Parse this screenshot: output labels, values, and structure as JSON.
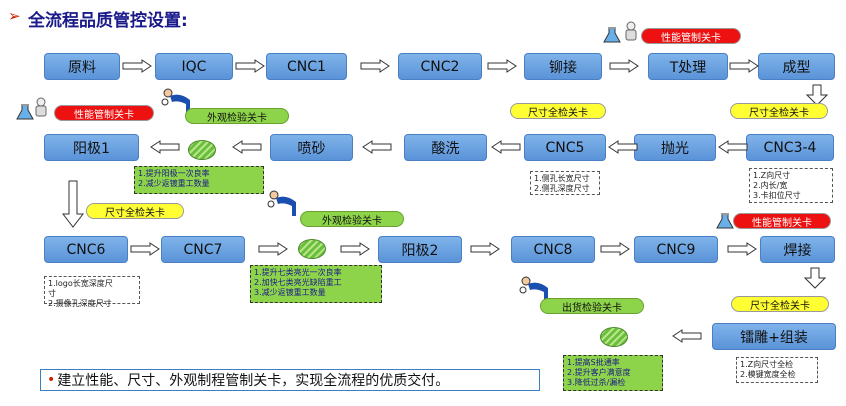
{
  "title": "全流程品质管控设置:",
  "row1": [
    "原料",
    "IQC",
    "CNC1",
    "CNC2",
    "铆接",
    "T处理",
    "成型"
  ],
  "row2": [
    "阳极1",
    "喷砂",
    "酸洗",
    "CNC5",
    "抛光",
    "CNC3-4"
  ],
  "row3": [
    "CNC6",
    "CNC7",
    "阳极2",
    "CNC8",
    "CNC9",
    "焊接"
  ],
  "row4": [
    "镭雕+组装"
  ],
  "tags": {
    "perf1": "性能管制关卡",
    "perf2": "性能管制关卡",
    "perf3": "性能管制关卡",
    "size1": "尺寸全检关卡",
    "size2": "尺寸全检关卡",
    "size3": "尺寸全检关卡",
    "size4": "尺寸全检关卡",
    "vis1": "外观检验关卡",
    "vis2": "外观检验关卡",
    "ship": "出货检验关卡"
  },
  "notes": {
    "cnc34": [
      "1.Z向尺寸",
      "2.内长/宽",
      "3.卡扣位尺寸"
    ],
    "cnc5": [
      "1.侧孔长宽尺寸",
      "2.侧孔深度尺寸"
    ],
    "anod1": [
      "1.提升阳极一次良率",
      "2.减少返镀重工数量"
    ],
    "cnc6": [
      "1.logo长宽深度尺",
      "寸",
      "2.摄像孔深度尺寸"
    ],
    "anod2": [
      "1.提升七类亮光一次良率",
      "2.加快七类亮光缺陷重工",
      "3.减少返镀重工数量"
    ],
    "ship": [
      "1.提高S批通率",
      "2.提升客户满意度",
      "3.降低过杀/漏检"
    ],
    "laser": [
      "1.Z向尺寸全检",
      "2.模键宽度全检"
    ]
  },
  "footer": "建立性能、尺寸、外观制程管制关卡，实现全流程的优质交付。",
  "colors": {
    "box": "#6aa3e0",
    "title": "#1a1a8a",
    "yellow": "#ffff33",
    "red": "#ee1111",
    "green": "#8ed44a"
  },
  "icons": [
    "flask-icon",
    "inspector-icon",
    "right-arrow-icon",
    "left-arrow-icon",
    "down-arrow-icon"
  ]
}
